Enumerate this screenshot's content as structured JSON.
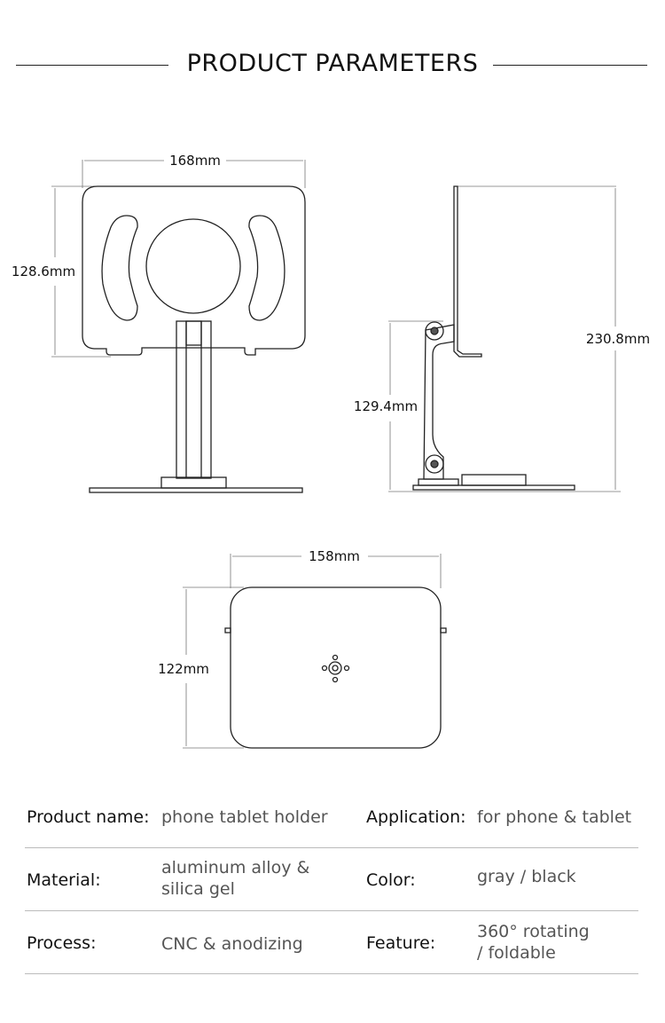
{
  "header": {
    "title": "PRODUCT PARAMETERS"
  },
  "dimensions": {
    "front_width": "168mm",
    "front_height": "128.6mm",
    "side_arm_height": "129.4mm",
    "side_total_height": "230.8mm",
    "base_width": "158mm",
    "base_depth": "122mm"
  },
  "specs": [
    {
      "left_label": "Product name:",
      "left_value": [
        "phone tablet holder"
      ],
      "right_label": "Application:",
      "right_value": [
        "for phone & tablet"
      ]
    },
    {
      "left_label": "Material:",
      "left_value": [
        "aluminum alloy &",
        "silica gel"
      ],
      "right_label": "Color:",
      "right_value": [
        "gray / black"
      ]
    },
    {
      "left_label": "Process:",
      "left_value": [
        "CNC & anodizing"
      ],
      "right_label": "Feature:",
      "right_value": [
        "360° rotating",
        "/ foldable"
      ]
    }
  ]
}
